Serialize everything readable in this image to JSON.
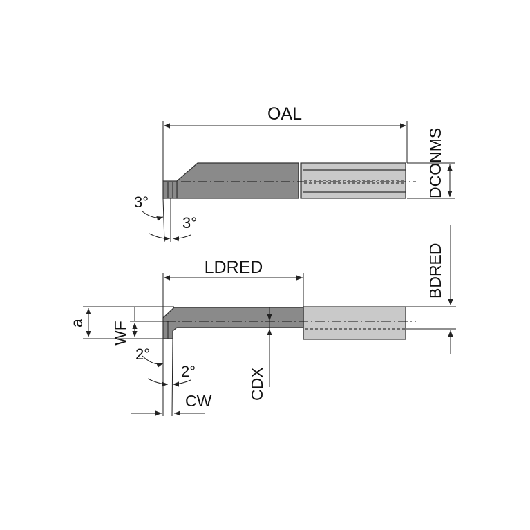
{
  "labels": {
    "oal": "OAL",
    "dconms": "DCONMS",
    "ldred": "LDRED",
    "bdred": "BDRED",
    "a": "a",
    "wf": "WF",
    "cdx": "CDX",
    "cw": "CW",
    "angle_top_left": "3°",
    "angle_top_right": "3°",
    "angle_bottom_left": "2°",
    "angle_bottom_right": "2°"
  },
  "colors": {
    "tool_body": "#8a8a8a",
    "shank": "#c9c9c9",
    "line": "#222222"
  }
}
